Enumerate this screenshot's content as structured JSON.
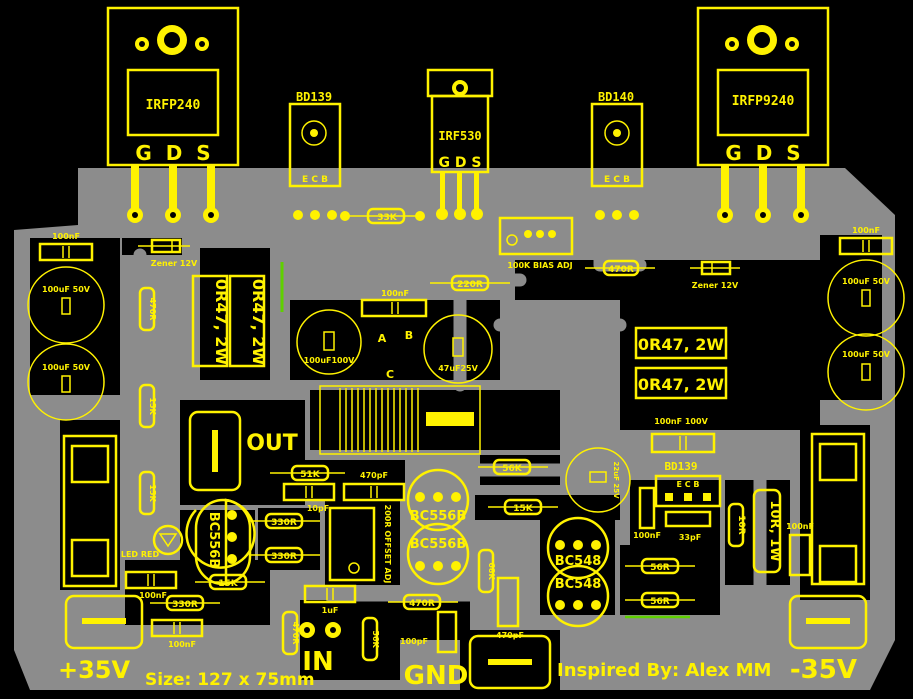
{
  "transistors": {
    "q_left_large": {
      "part": "IRFP240",
      "pins": "G  D  S"
    },
    "q_right_large": {
      "part": "IRFP9240",
      "pins": "G  D  S"
    },
    "q_center_large": {
      "part": "IRF530",
      "pins": "G D S"
    },
    "q_bd139_top": {
      "part": "BD139",
      "pins": "E C B"
    },
    "q_bd140_top": {
      "part": "BD140",
      "pins": "E C B"
    },
    "q_bd139_right": {
      "part": "BD139",
      "pins": "E C B"
    },
    "q_bc556_a": {
      "part": "BC556B"
    },
    "q_bc556_b": {
      "part": "BC556B"
    },
    "q_bc556_c": {
      "part": "BC556B"
    },
    "q_bc548_a": {
      "part": "BC548"
    },
    "q_bc548_b": {
      "part": "BC548"
    }
  },
  "resistors": {
    "r33k": "33K",
    "r220": "220R",
    "r470_top": "470R",
    "r470_left": "470R",
    "r15k_a": "15K",
    "r15k_b": "15K",
    "r15k_c": "15K",
    "r15k_d": "15K",
    "r51k": "51K",
    "r56k": "56K",
    "r330_a": "330R",
    "r330_b": "330R",
    "r330_c": "330R",
    "r470_mid": "470R",
    "r470_low": "470R",
    "r68k": "68K",
    "r56k_small": "56K",
    "r56r_a": "56R",
    "r56r_b": "56R",
    "r10r": "10R",
    "r10r_1w": "10R, 1W",
    "r0r47_a": "0R47, 2W",
    "r0r47_b": "0R47, 2W",
    "r0r47_c": "0R47, 2W",
    "r0r47_d": "0R47, 2W"
  },
  "capacitors": {
    "c100n_tl": "100nF",
    "c100n_tr": "100nF",
    "c100u_l1": "100uF 50V",
    "c100u_l2": "100uF 50V",
    "c100u_r1": "100uF 50V",
    "c100u_r2": "100uF 50V",
    "c100n_mid": "100nF",
    "c100u_100v": "100uF100V",
    "c47u": "47uF25V",
    "c100n_100v": "100nF 100V",
    "c470p_a": "470pF",
    "c470p_b": "470pF",
    "c10p": "10pF",
    "c100p": "100pF",
    "c1u": "1uF",
    "c100n_bl": "100nF",
    "c100n_bl2": "100nF",
    "c100n_r": "100nF",
    "c100n_r2": "100nF",
    "c33p": "33pF",
    "c22u": "22uF 25V"
  },
  "diodes": {
    "zener_left": "Zener 12V",
    "zener_right": "Zener 12V",
    "led": "LED RED"
  },
  "trimmers": {
    "bias": "100K BIAS ADJ",
    "offset": "200R OFFSET ADJ"
  },
  "misc": {
    "label_a": "A",
    "label_b": "B",
    "label_c": "C",
    "out": "OUT",
    "in": "IN",
    "gnd": "GND",
    "plus35": "+35V",
    "minus35": "-35V",
    "size": "Size: 127 x 75mm",
    "credit": "Inspired By: Alex MM"
  },
  "colors": {
    "silkscreen": "#fff200",
    "copper": "#8c8c8c",
    "board": "#000000"
  }
}
